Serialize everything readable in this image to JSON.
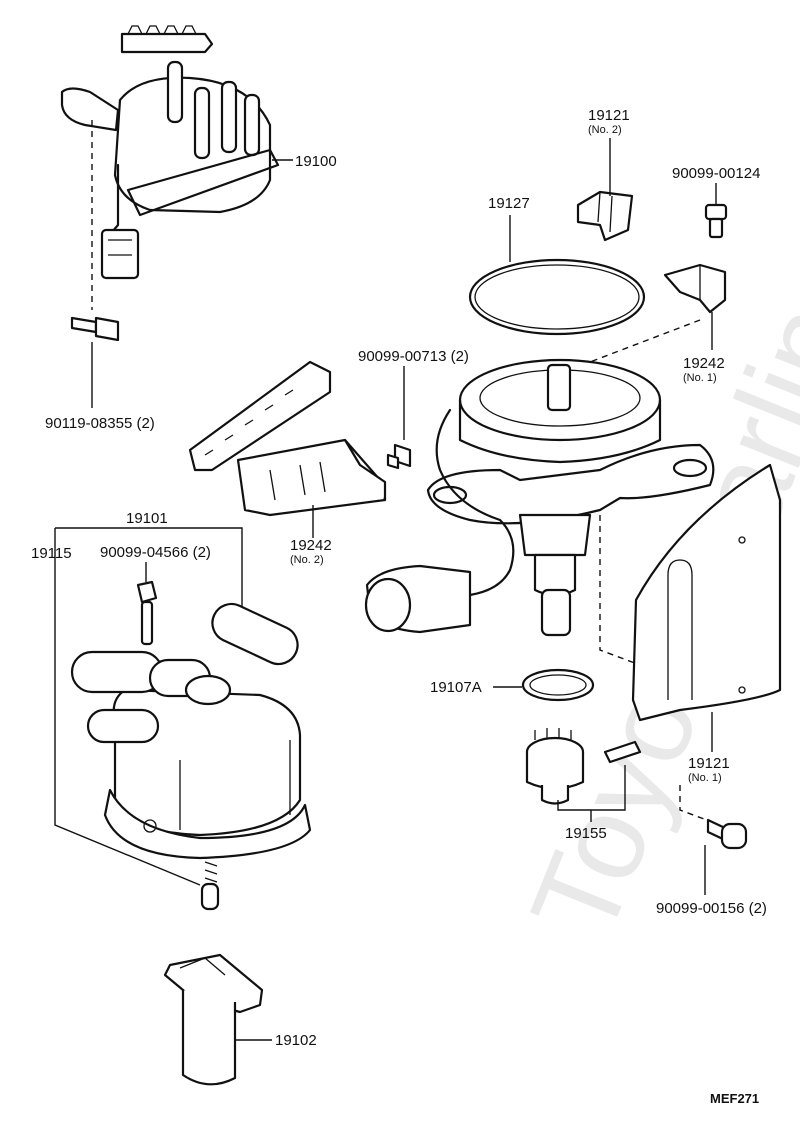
{
  "watermark": "ToyotaCarline.ru",
  "figure_code": "MEF271",
  "labels": {
    "p19100": "19100",
    "p19121_top": "19121",
    "p19121_top_sub": "(No. 2)",
    "p90099_00124": "90099-00124",
    "p19127": "19127",
    "p19242_no1": "19242",
    "p19242_no1_sub": "(No. 1)",
    "p90099_00713": "90099-00713 (2)",
    "p90119_08355": "90119-08355 (2)",
    "p19101": "19101",
    "p19115": "19115",
    "p90099_04566": "90099-04566 (2)",
    "p19242_no2": "19242",
    "p19242_no2_sub": "(No. 2)",
    "p19107A": "19107A",
    "p19121_bottom": "19121",
    "p19121_bottom_sub": "(No. 1)",
    "p19155": "19155",
    "p90099_00156": "90099-00156 (2)",
    "p19102": "19102"
  }
}
